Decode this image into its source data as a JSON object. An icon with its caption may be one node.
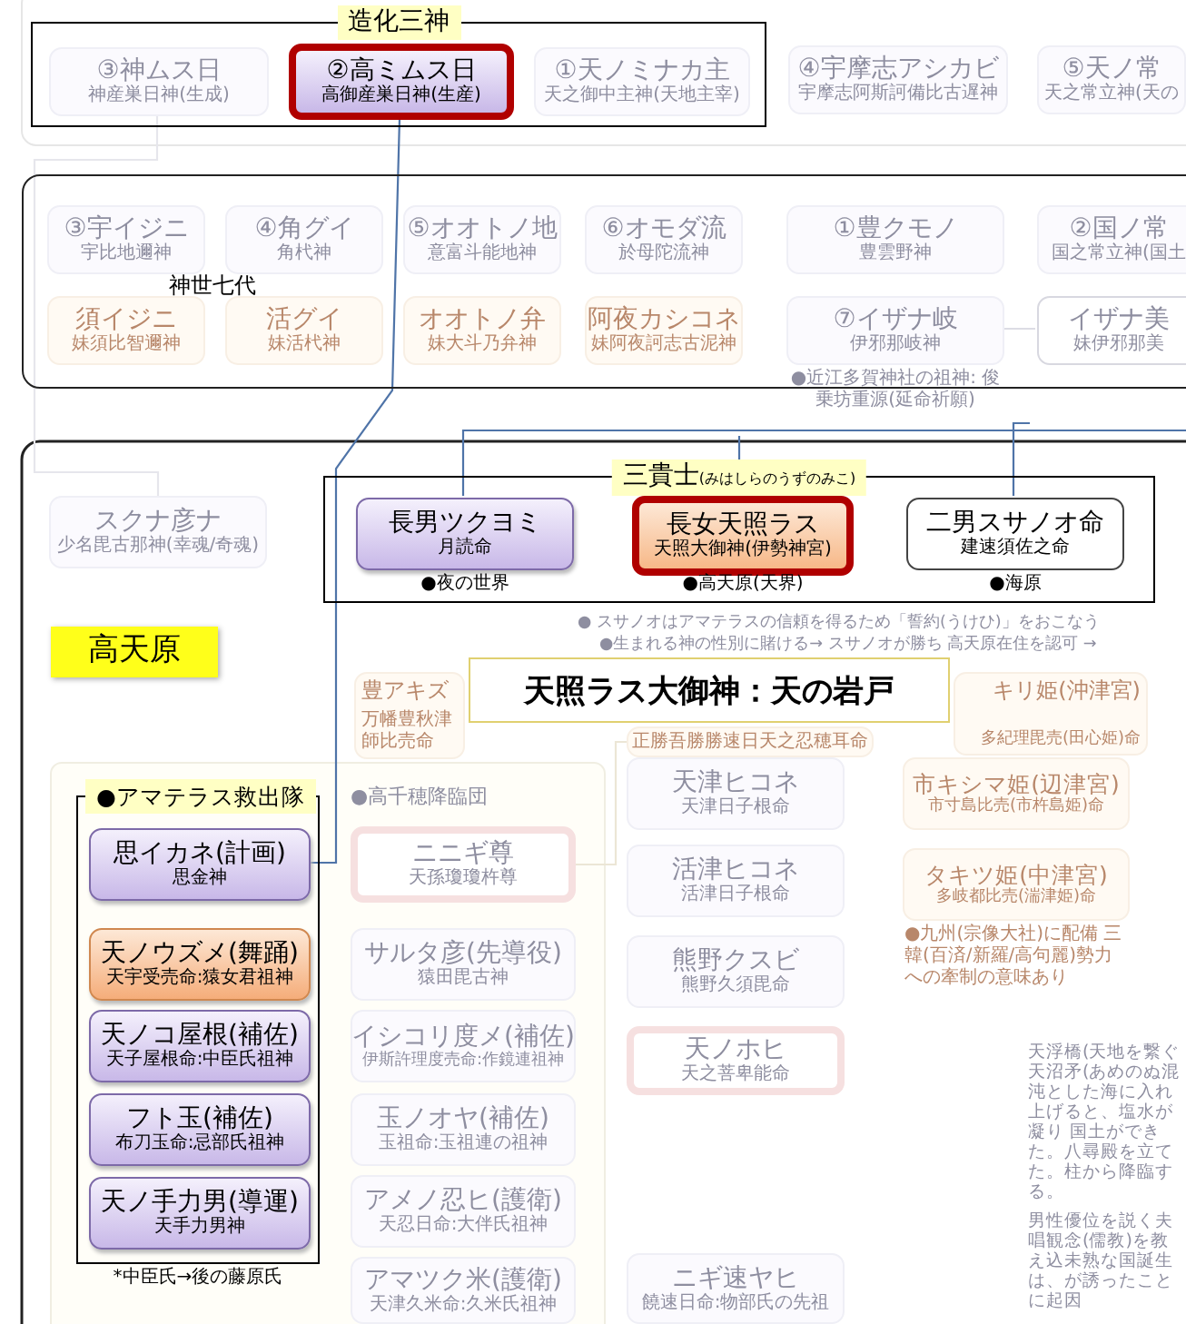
{
  "diagram": {
    "title": "天照ラス大御神：天の岩戸",
    "nodes": [
      {
        "text": [
          "造化三神"
        ]
      },
      {
        "text": [
          "③神ムス日",
          "神産巣日神(生成)"
        ],
        "in": 0
      },
      {
        "text": [
          "②高ミムス日",
          "高御産巣日神(生産)"
        ],
        "in": 0
      },
      {
        "text": [
          "①天ノミナカ主",
          "天之御中主神(天地主宰)"
        ],
        "in": 0
      },
      {
        "text": [
          "④宇摩志アシカビ",
          "宇摩志阿斯訶備比古遅神"
        ]
      },
      {
        "text": [
          "⑤天ノ常",
          "天之常立神(天の"
        ]
      },
      {
        "text": [
          "神世七代"
        ]
      },
      {
        "text": [
          "③宇イジニ",
          "宇比地邇神"
        ],
        "in": 6
      },
      {
        "text": [
          "④角グイ",
          "角杙神"
        ],
        "in": 6
      },
      {
        "text": [
          "⑤オオトノ地",
          "意富斗能地神"
        ],
        "in": 6
      },
      {
        "text": [
          "⑥オモダ流",
          "於母陀流神"
        ],
        "in": 6
      },
      {
        "text": [
          "①豊クモノ",
          "豊雲野神"
        ],
        "in": 6
      },
      {
        "text": [
          "②国ノ常",
          "国之常立神(国土"
        ],
        "in": 6
      },
      {
        "text": [
          "須イジニ",
          "妹須比智邇神"
        ],
        "in": 6
      },
      {
        "text": [
          "活グイ",
          "妹活杙神"
        ],
        "in": 6
      },
      {
        "text": [
          "オオトノ弁",
          "妹大斗乃弁神"
        ],
        "in": 6
      },
      {
        "text": [
          "阿夜カシコネ",
          "妹阿夜訶志古泥神"
        ],
        "in": 6
      },
      {
        "text": [
          "⑦イザナ岐",
          "伊邪那岐神"
        ],
        "in": 6,
        "beside": [
          "●近江多賀神社の祖神: 俊乗坊重源(延命祈願)"
        ]
      },
      {
        "text": [
          "イザナ美",
          "妹伊邪那美"
        ],
        "in": 6
      },
      {
        "text": [
          "スクナ彦ナ",
          "少名毘古那神(幸魂/奇魂)"
        ]
      },
      {
        "text": [
          "三貴士",
          "(みはしらのうずのみこ)"
        ]
      },
      {
        "text": [
          "長男ツクヨミ",
          "月読命"
        ],
        "in": 20,
        "beside": [
          "●夜の世界"
        ]
      },
      {
        "text": [
          "長女天照ラス",
          "天照大御神(伊勢神宮)"
        ],
        "in": 20,
        "beside": [
          "●高天原(天界)"
        ]
      },
      {
        "text": [
          "二男スサノオ命",
          "建速須佐之命"
        ],
        "in": 20,
        "beside": [
          "●海原"
        ]
      },
      {
        "text": [
          "高天原"
        ]
      },
      {
        "text": [
          "豊アキズ",
          "万幡豊秋津師比売命"
        ]
      },
      {
        "text": [
          "正勝吾勝勝速日天之忍穂耳命"
        ]
      },
      {
        "text": [
          "キリ姫(沖津宮)",
          "多紀理毘売(田心姫)命"
        ]
      },
      {
        "text": [
          "天津ヒコネ",
          "天津日子根命"
        ]
      },
      {
        "text": [
          "市キシマ姫(辺津宮)",
          "市寸島比売(市杵島姫)命"
        ]
      },
      {
        "text": [
          "活津ヒコネ",
          "活津日子根命"
        ]
      },
      {
        "text": [
          "タキツ姫(中津宮)",
          "多岐都比売(湍津姫)命"
        ],
        "beside": [
          "●九州(宗像大社)に配備 三韓(百済/新羅/高句麗)勢力への牽制の意味あり"
        ]
      },
      {
        "text": [
          "熊野クスビ",
          "熊野久須毘命"
        ]
      },
      {
        "text": [
          "天ノホヒ",
          "天之菩卑能命"
        ]
      },
      {
        "text": [
          "ニギ速ヤヒ",
          "饒速日命:物部氏の先祖"
        ]
      },
      {
        "text": [
          "●アマテラス救出隊"
        ],
        "beside": [
          "*中臣氏→後の藤原氏"
        ]
      },
      {
        "text": [
          "思イカネ(計画)",
          "思金神"
        ],
        "in": 35
      },
      {
        "text": [
          "天ノウズメ(舞踊)",
          "天宇受売命:猿女君祖神"
        ],
        "in": 35
      },
      {
        "text": [
          "天ノコ屋根(補佐)",
          "天子屋根命:中臣氏祖神"
        ],
        "in": 35
      },
      {
        "text": [
          "フト玉(補佐)",
          "布刀玉命:忌部氏祖神"
        ],
        "in": 35
      },
      {
        "text": [
          "天ノ手力男(導運)",
          "天手力男神"
        ],
        "in": 35
      },
      {
        "text": [
          "ニニギ尊",
          "天孫瓊瓊杵尊"
        ]
      },
      {
        "text": [
          "サルタ彦(先導役)",
          "猿田毘古神"
        ]
      },
      {
        "text": [
          "イシコリ度メ(補佐)",
          "伊斯許理度売命:作鏡連祖神"
        ]
      },
      {
        "text": [
          "玉ノオヤ(補佐)",
          "玉祖命:玉祖連の祖神"
        ]
      },
      {
        "text": [
          "アメノ忍ヒ(護衛)",
          "天忍日命:大伴氏祖神"
        ]
      },
      {
        "text": [
          "アマツク米(護衛)",
          "天津久米命:久米氏祖神"
        ]
      }
    ],
    "edges": [
      {
        "from": 2,
        "to": 36,
        "arrow": "none"
      },
      {
        "from": null,
        "to": 21,
        "arrow": "none"
      },
      {
        "from": null,
        "to": 23,
        "arrow": "none"
      },
      {
        "from": null,
        "to": 20,
        "arrow": "none"
      },
      {
        "from": 17,
        "to": 18,
        "arrow": "none",
        "color": "#dcdce4"
      },
      {
        "from": 1,
        "to": 19,
        "arrow": "none",
        "color": "#e6e6ec"
      },
      {
        "from": 26,
        "to": 41,
        "arrow": "none",
        "color": "#ece6d6"
      }
    ],
    "labels": [
      "● スサノオはアマテラスの信頼を得るため「誓約(うけひ)」をおこなう",
      "●生まれる神の性別に賭ける→ スサノオが勝ち 高天原在住を認可 →",
      "●高千穂降臨団",
      "天浮橋(天地を繋ぐ天沼矛(あめのぬ混沌とした海に入れ上げると、塩水が凝り 国土ができた。八尋殿を立てた。柱から降臨する。",
      "男性優位を説く夫唱観念(儒教)を教え込未熟な国誕生は、が誘ったことに起因"
    ]
  }
}
